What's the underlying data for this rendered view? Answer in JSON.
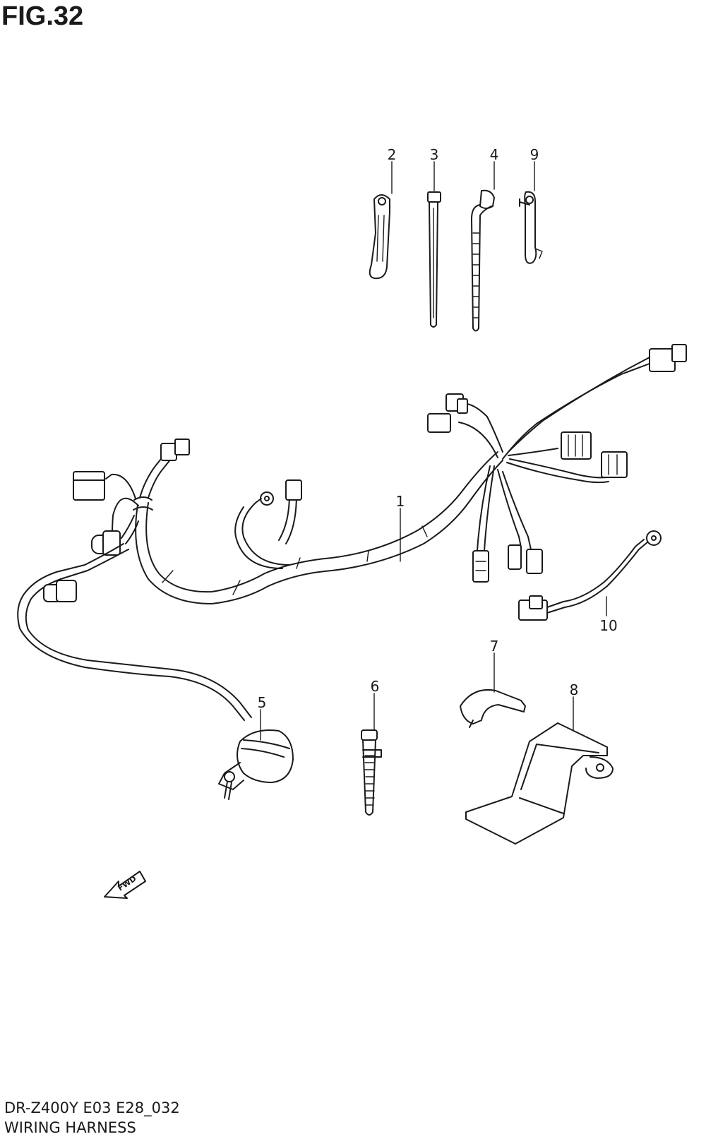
{
  "figure": {
    "number": "FIG.32"
  },
  "footer": {
    "model_code": "DR-Z400Y E03 E28_032",
    "title": "WIRING HARNESS"
  },
  "direction_marker": {
    "label": "FWD",
    "icon": "arrow-icon"
  },
  "callouts": [
    {
      "id": "1",
      "label": "1"
    },
    {
      "id": "2",
      "label": "2"
    },
    {
      "id": "3",
      "label": "3"
    },
    {
      "id": "4",
      "label": "4"
    },
    {
      "id": "5",
      "label": "5"
    },
    {
      "id": "6",
      "label": "6"
    },
    {
      "id": "7",
      "label": "7"
    },
    {
      "id": "8",
      "label": "8"
    },
    {
      "id": "9",
      "label": "9"
    },
    {
      "id": "10",
      "label": "10"
    }
  ],
  "colors": {
    "line": "#1a1a1a",
    "background": "#ffffff"
  }
}
